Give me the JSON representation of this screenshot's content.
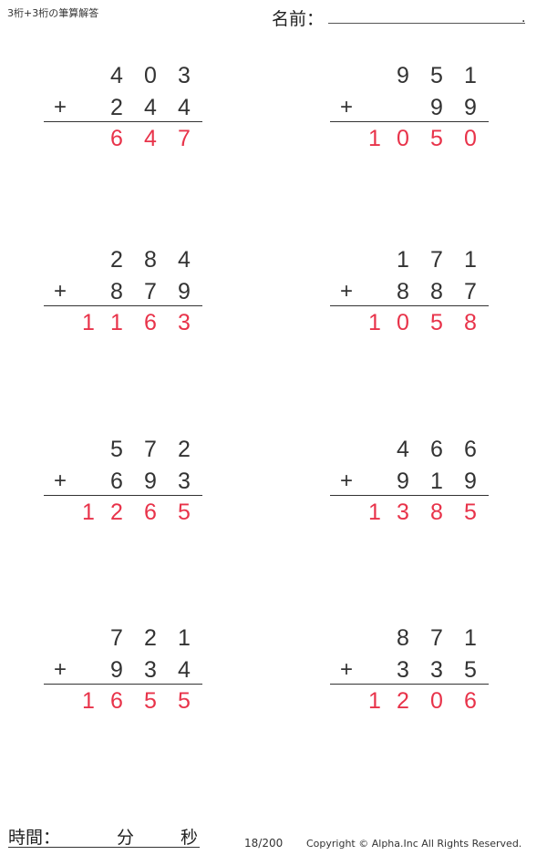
{
  "header": {
    "title": "3桁+3桁の筆算解答",
    "name_label": "名前：",
    "name_field_value": "",
    "name_end_mark": "."
  },
  "problems": [
    {
      "top": [
        "4",
        "0",
        "3"
      ],
      "bottom": [
        "2",
        "4",
        "4"
      ],
      "operator": "+",
      "answer": [
        "",
        "6",
        "4",
        "7"
      ]
    },
    {
      "top": [
        "9",
        "5",
        "1"
      ],
      "bottom": [
        "",
        "9",
        "9"
      ],
      "operator": "+",
      "answer": [
        "1",
        "0",
        "5",
        "0"
      ]
    },
    {
      "top": [
        "2",
        "8",
        "4"
      ],
      "bottom": [
        "8",
        "7",
        "9"
      ],
      "operator": "+",
      "answer": [
        "1",
        "1",
        "6",
        "3"
      ]
    },
    {
      "top": [
        "1",
        "7",
        "1"
      ],
      "bottom": [
        "8",
        "8",
        "7"
      ],
      "operator": "+",
      "answer": [
        "1",
        "0",
        "5",
        "8"
      ]
    },
    {
      "top": [
        "5",
        "7",
        "2"
      ],
      "bottom": [
        "6",
        "9",
        "3"
      ],
      "operator": "+",
      "answer": [
        "1",
        "2",
        "6",
        "5"
      ]
    },
    {
      "top": [
        "4",
        "6",
        "6"
      ],
      "bottom": [
        "9",
        "1",
        "9"
      ],
      "operator": "+",
      "answer": [
        "1",
        "3",
        "8",
        "5"
      ]
    },
    {
      "top": [
        "7",
        "2",
        "1"
      ],
      "bottom": [
        "9",
        "3",
        "4"
      ],
      "operator": "+",
      "answer": [
        "1",
        "6",
        "5",
        "5"
      ]
    },
    {
      "top": [
        "8",
        "7",
        "1"
      ],
      "bottom": [
        "3",
        "3",
        "5"
      ],
      "operator": "+",
      "answer": [
        "1",
        "2",
        "0",
        "6"
      ]
    }
  ],
  "footer": {
    "time_label": "時間：",
    "minutes_label": "分",
    "seconds_label": "秒",
    "page_number": "18/200",
    "copyright": "Copyright © Alpha.Inc All Rights Reserved."
  },
  "colors": {
    "answer": "#e8334a",
    "text": "#333333"
  }
}
